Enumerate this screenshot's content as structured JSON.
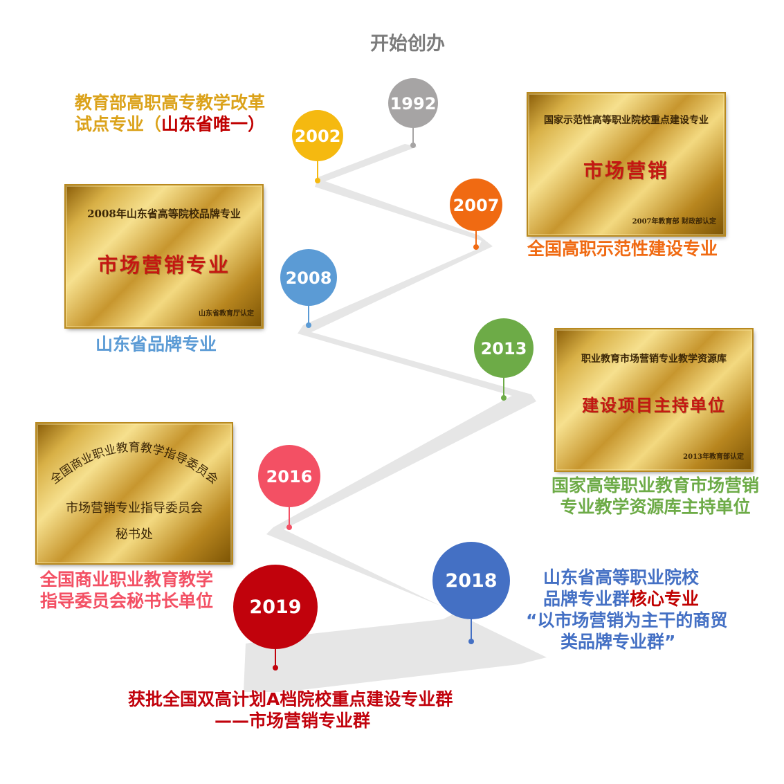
{
  "title": "开始创办",
  "milestones": [
    {
      "year": "1992",
      "color": "#a6a4a4"
    },
    {
      "year": "2002",
      "color": "#f5b910",
      "caption_lines": [
        "教育部高职高专教学改革",
        "试点专业（"
      ],
      "caption_highlight": "山东省唯一）",
      "caption_color": "#dba21a",
      "highlight_color": "#c00000"
    },
    {
      "year": "2007",
      "color": "#f06a12",
      "caption": "全国高职示范性建设专业",
      "caption_color": "#f06a12"
    },
    {
      "year": "2008",
      "color": "#5b9bd5",
      "caption": "山东省品牌专业",
      "caption_color": "#5b9bd5"
    },
    {
      "year": "2013",
      "color": "#6dab47",
      "caption_lines": [
        "国家高等职业教育市场营销",
        "专业教学资源库主持单位"
      ],
      "caption_color": "#6dab47"
    },
    {
      "year": "2016",
      "color": "#f35064",
      "caption_lines": [
        "全国商业职业教育教学",
        "指导委员会秘书长单位"
      ],
      "caption_color": "#f35064"
    },
    {
      "year": "2018",
      "color": "#4470c4",
      "caption_lines": [
        "山东省高等职业院校",
        "品牌专业群",
        "“以市场营销为主干的商贸",
        "类品牌专业群”"
      ],
      "caption_highlight": "核心专业",
      "caption_color": "#4470c4",
      "highlight_color": "#c00000"
    },
    {
      "year": "2019",
      "color": "#c1020c",
      "caption_lines": [
        "获批全国双高计划A档院校重点建设专业群",
        "——市场营销专业群"
      ],
      "caption_color": "#c1020c"
    }
  ],
  "plaques": [
    {
      "heading": "国家示范性高等职业院校重点建设专业",
      "main": "市场营销",
      "note": "2007年教育部 财政部认定"
    },
    {
      "heading": "2008年山东省高等院校品牌专业",
      "main": "市场营销专业",
      "note": "山东省教育厅认定"
    },
    {
      "heading": "职业教育市场营销专业教学资源库",
      "main": "建设项目主持单位",
      "note": "2013年教育部认定"
    },
    {
      "heading_arc": "全国商业职业教育教学指导委员会",
      "line1": "市场营销专业指导委员会",
      "line2": "秘书处"
    }
  ]
}
